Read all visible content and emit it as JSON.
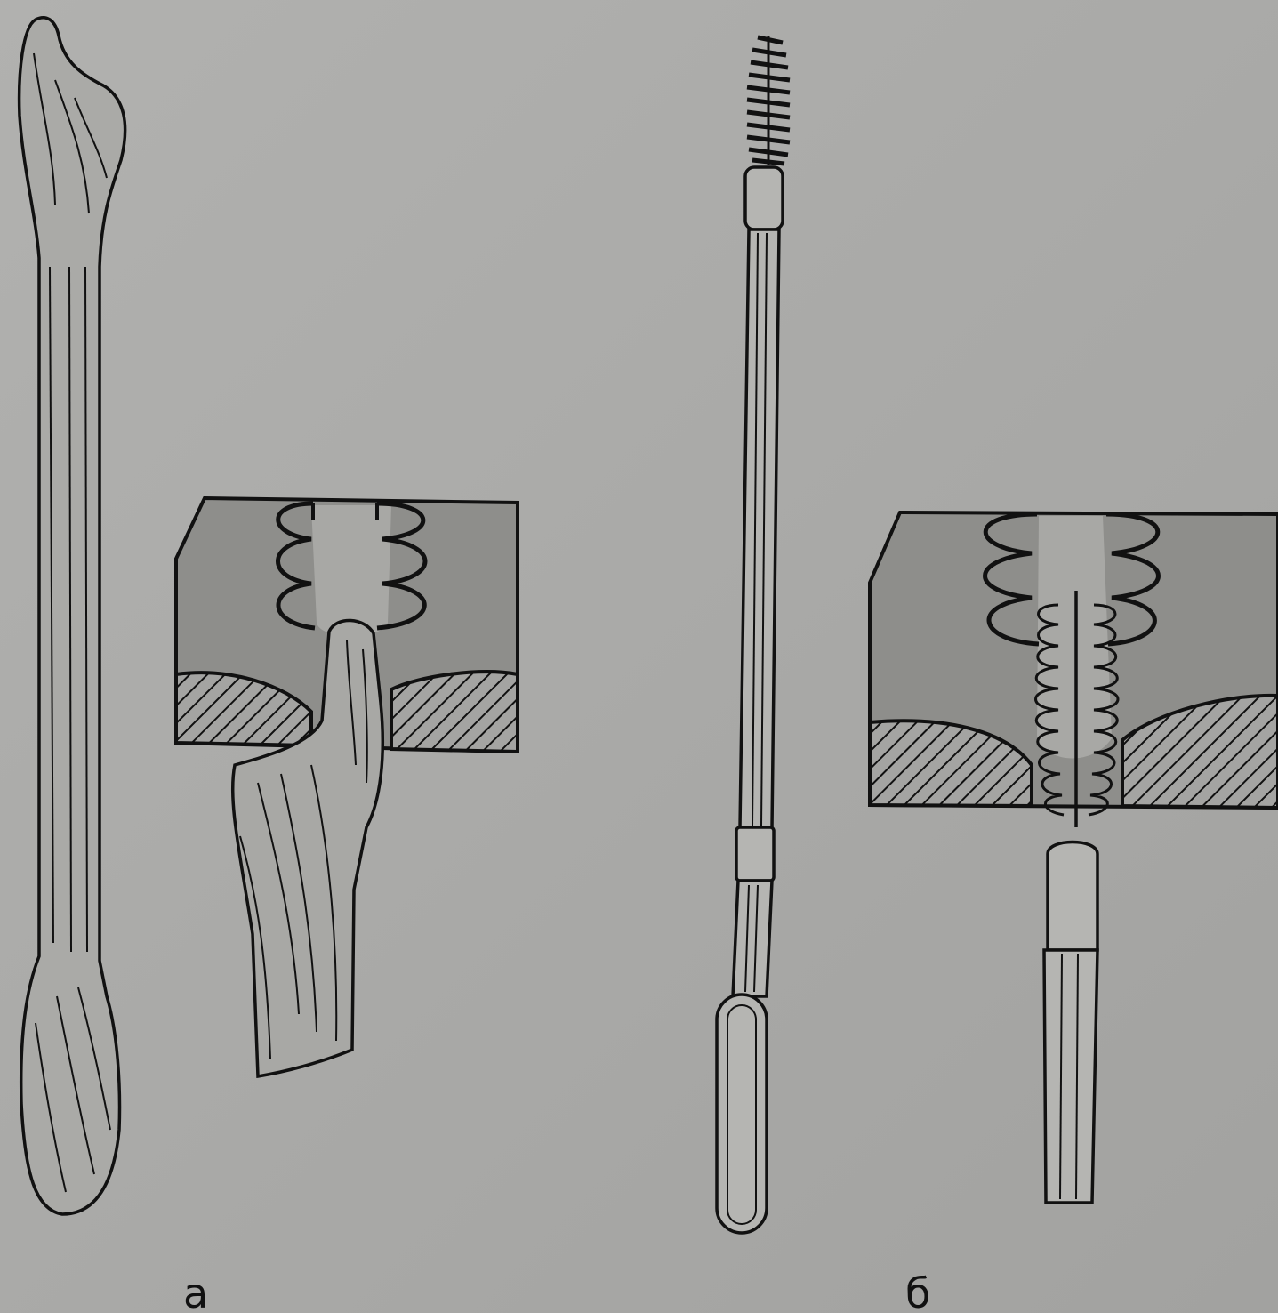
{
  "panels": [
    {
      "id": "a",
      "label": "а"
    },
    {
      "id": "b",
      "label": "б"
    }
  ],
  "colors": {
    "background": "#a9a9a7",
    "tissue": "#8e8e8b",
    "line": "#111111"
  }
}
